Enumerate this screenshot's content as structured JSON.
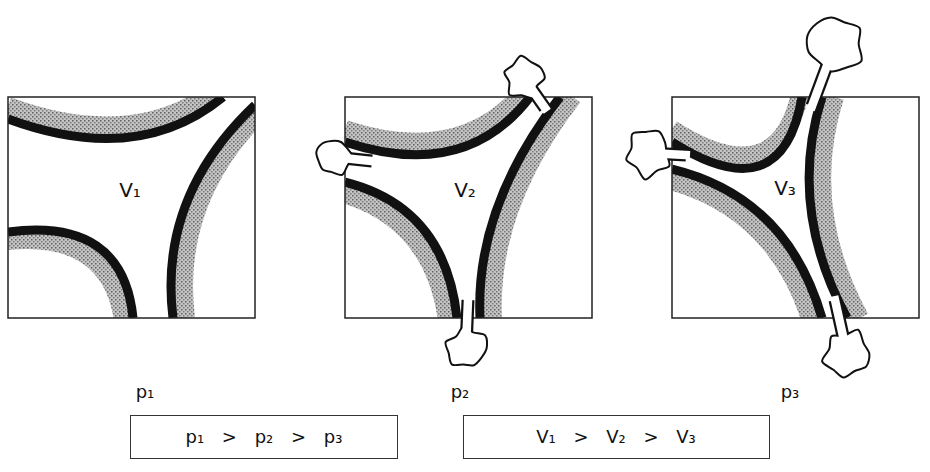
{
  "diagram": {
    "nodes": [
      {
        "text": [
          "V₁",
          "p₁"
        ]
      },
      {
        "text": [
          "V₂",
          "p₂"
        ]
      },
      {
        "text": [
          "V₃",
          "p₃"
        ]
      },
      {
        "text": [
          "p₁ > p₂ > p₃"
        ]
      },
      {
        "text": [
          "V₁ > V₂ > V₃"
        ]
      }
    ]
  }
}
